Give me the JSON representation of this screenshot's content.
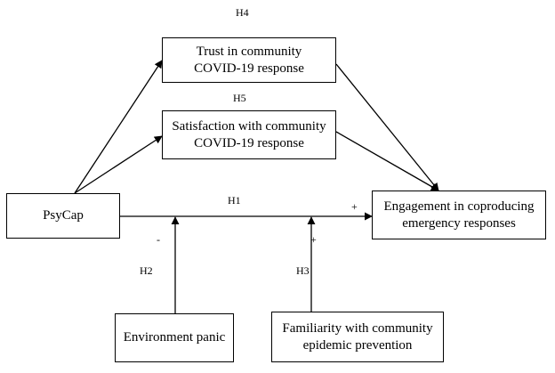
{
  "nodes": {
    "trust": {
      "line1": "Trust in community",
      "line2": "COVID-19 response"
    },
    "satisfaction": {
      "line1": "Satisfaction with community",
      "line2": "COVID-19 response"
    },
    "psycap": {
      "label": "PsyCap"
    },
    "engagement": {
      "line1": "Engagement in coproducing",
      "line2": "emergency responses"
    },
    "panic": {
      "label": "Environment panic"
    },
    "familiarity": {
      "line1": "Familiarity with community",
      "line2": "epidemic prevention"
    }
  },
  "hypotheses": {
    "h1": "H1",
    "h2": "H2",
    "h3": "H3",
    "h4": "H4",
    "h5": "H5"
  },
  "signs": {
    "h1_sign": "+",
    "h2_sign": "-",
    "h3_sign": "+"
  }
}
